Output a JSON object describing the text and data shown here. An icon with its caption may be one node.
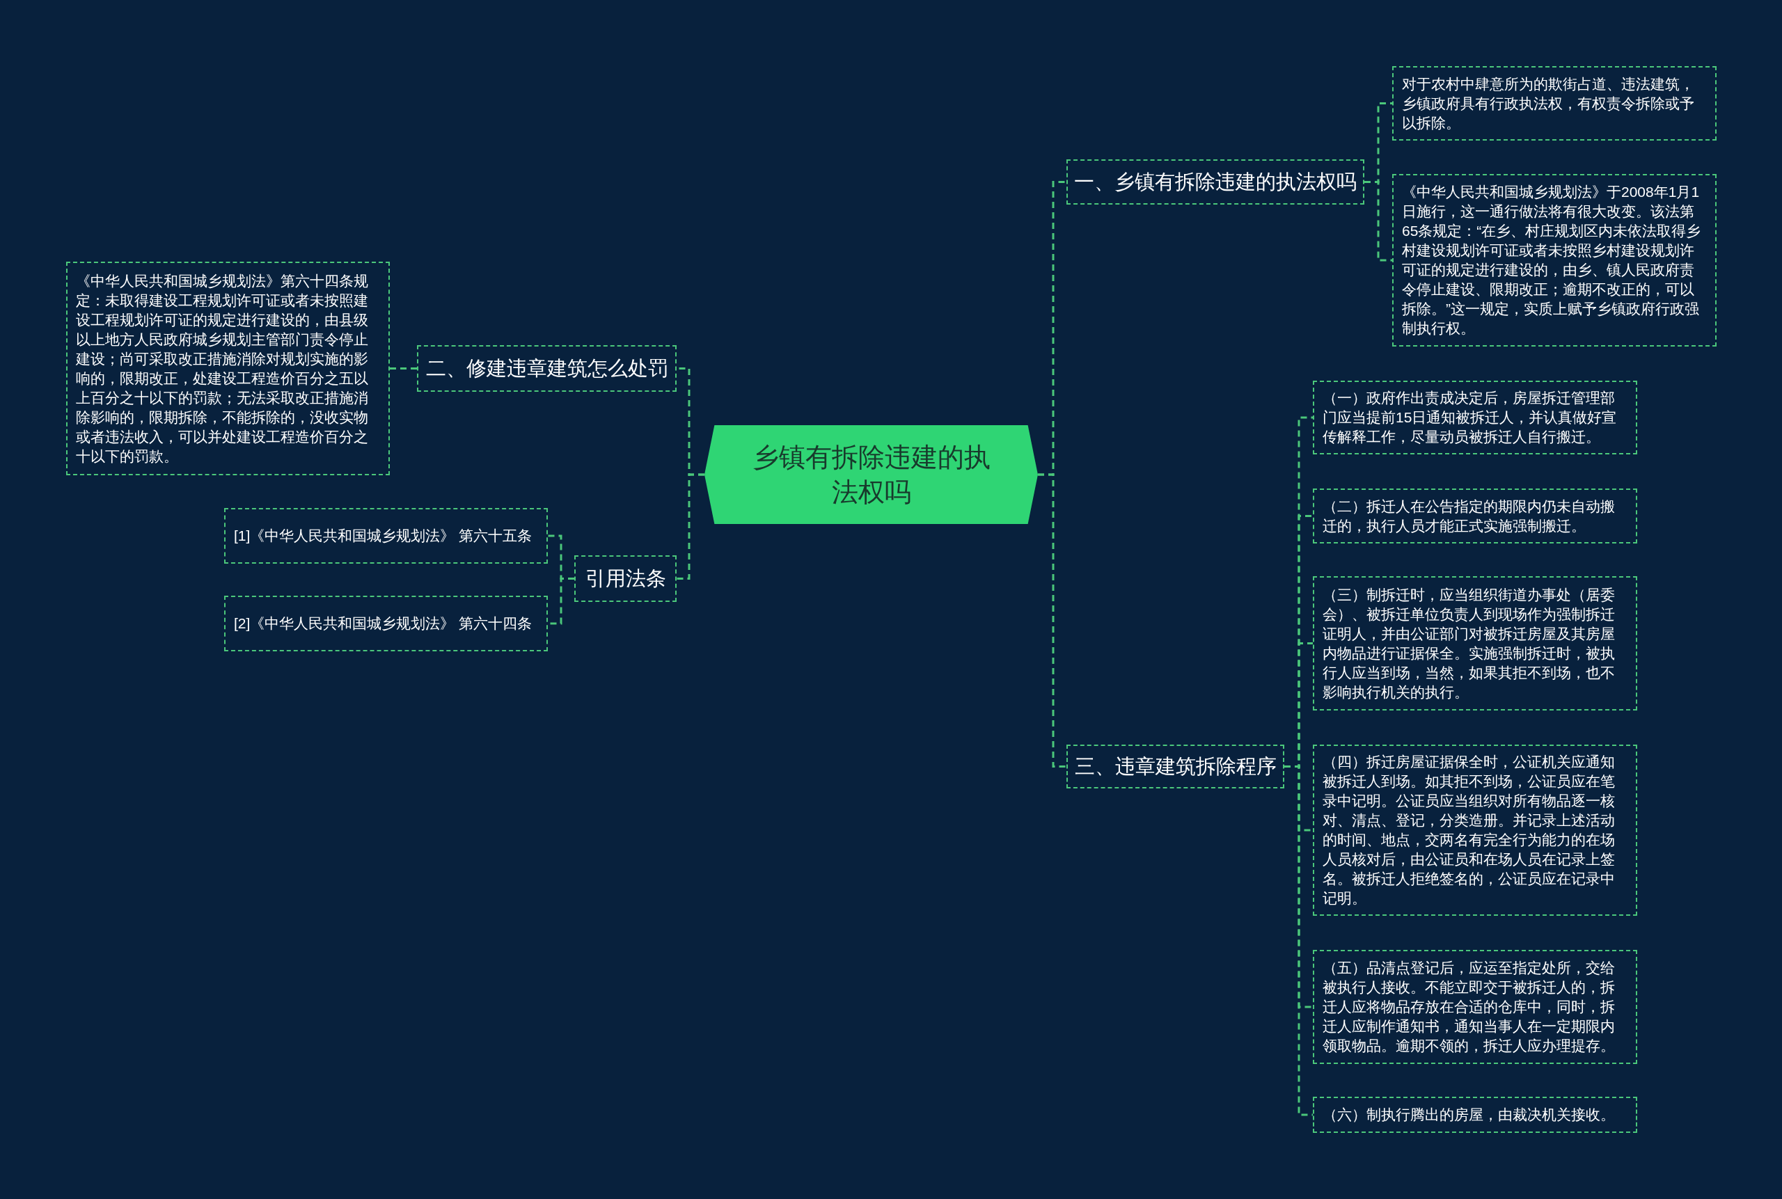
{
  "diagram": {
    "nodes": [
      {
        "text": [
          "乡镇有拆除违建的执法权吗"
        ]
      },
      {
        "text": [
          "一、乡镇有拆除违建的执法权吗"
        ]
      },
      {
        "text": [
          "对于农村中肆意所为的欺街占道、违法建筑，乡镇政府具有行政执法权，有权责令拆除或予以拆除。"
        ]
      },
      {
        "text": [
          "《中华人民共和国城乡规划法》于2008年1月1日施行，这一通行做法将有很大改变。该法第65条规定：“在乡、村庄规划区内未依法取得乡村建设规划许可证或者未按照乡村建设规划许可证的规定进行建设的，由乡、镇人民政府责令停止建设、限期改正；逾期不改正的，可以拆除。”这一规定，实质上赋予乡镇政府行政强制执行权。"
        ]
      },
      {
        "text": [
          "二、修建违章建筑怎么处罚"
        ]
      },
      {
        "text": [
          "《中华人民共和国城乡规划法》第六十四条规定：未取得建设工程规划许可证或者未按照建设工程规划许可证的规定进行建设的，由县级以上地方人民政府城乡规划主管部门责令停止建设；尚可采取改正措施消除对规划实施的影响的，限期改正，处建设工程造价百分之五以上百分之十以下的罚款；无法采取改正措施消除影响的，限期拆除，不能拆除的，没收实物或者违法收入，可以并处建设工程造价百分之十以下的罚款。"
        ]
      },
      {
        "text": [
          "引用法条"
        ]
      },
      {
        "text": [
          "[1]《中华人民共和国城乡规划法》 第六十五条"
        ]
      },
      {
        "text": [
          "[2]《中华人民共和国城乡规划法》 第六十四条"
        ]
      },
      {
        "text": [
          "三、违章建筑拆除程序"
        ]
      },
      {
        "text": [
          "（一）政府作出责成决定后，房屋拆迁管理部门应当提前15日通知被拆迁人，并认真做好宣传解释工作，尽量动员被拆迁人自行搬迁。"
        ]
      },
      {
        "text": [
          "（二）拆迁人在公告指定的期限内仍未自动搬迁的，执行人员才能正式实施强制搬迁。"
        ]
      },
      {
        "text": [
          "（三）制拆迁时，应当组织街道办事处（居委会）、被拆迁单位负责人到现场作为强制拆迁证明人，并由公证部门对被拆迁房屋及其房屋内物品进行证据保全。实施强制拆迁时，被执行人应当到场，当然，如果其拒不到场，也不影响执行机关的执行。"
        ]
      },
      {
        "text": [
          "（四）拆迁房屋证据保全时，公证机关应通知被拆迁人到场。如其拒不到场，公证员应在笔录中记明。公证员应当组织对所有物品逐一核对、清点、登记，分类造册。并记录上述活动的时间、地点，交两名有完全行为能力的在场人员核对后，由公证员和在场人员在记录上签名。被拆迁人拒绝签名的，公证员应在记录中记明。"
        ]
      },
      {
        "text": [
          "（五）品清点登记后，应运至指定处所，交给被执行人接收。不能立即交于被拆迁人的，拆迁人应将物品存放在合适的仓库中，同时，拆迁人应制作通知书，通知当事人在一定期限内领取物品。逾期不领的，拆迁人应办理提存。"
        ]
      },
      {
        "text": [
          "（六）制执行腾出的房屋，由裁决机关接收。"
        ]
      }
    ],
    "edges": [
      {
        "from": 0,
        "to": 1,
        "arrow": "none"
      },
      {
        "from": 1,
        "to": 2,
        "arrow": "none"
      },
      {
        "from": 1,
        "to": 3,
        "arrow": "none"
      },
      {
        "from": 0,
        "to": 4,
        "arrow": "none"
      },
      {
        "from": 4,
        "to": 5,
        "arrow": "none"
      },
      {
        "from": 0,
        "to": 6,
        "arrow": "none"
      },
      {
        "from": 6,
        "to": 7,
        "arrow": "none"
      },
      {
        "from": 6,
        "to": 8,
        "arrow": "none"
      },
      {
        "from": 0,
        "to": 9,
        "arrow": "none"
      },
      {
        "from": 9,
        "to": 10,
        "arrow": "none"
      },
      {
        "from": 9,
        "to": 11,
        "arrow": "none"
      },
      {
        "from": 9,
        "to": 12,
        "arrow": "none"
      },
      {
        "from": 9,
        "to": 13,
        "arrow": "none"
      },
      {
        "from": 9,
        "to": 14,
        "arrow": "none"
      },
      {
        "from": 9,
        "to": 15,
        "arrow": "none"
      }
    ]
  }
}
